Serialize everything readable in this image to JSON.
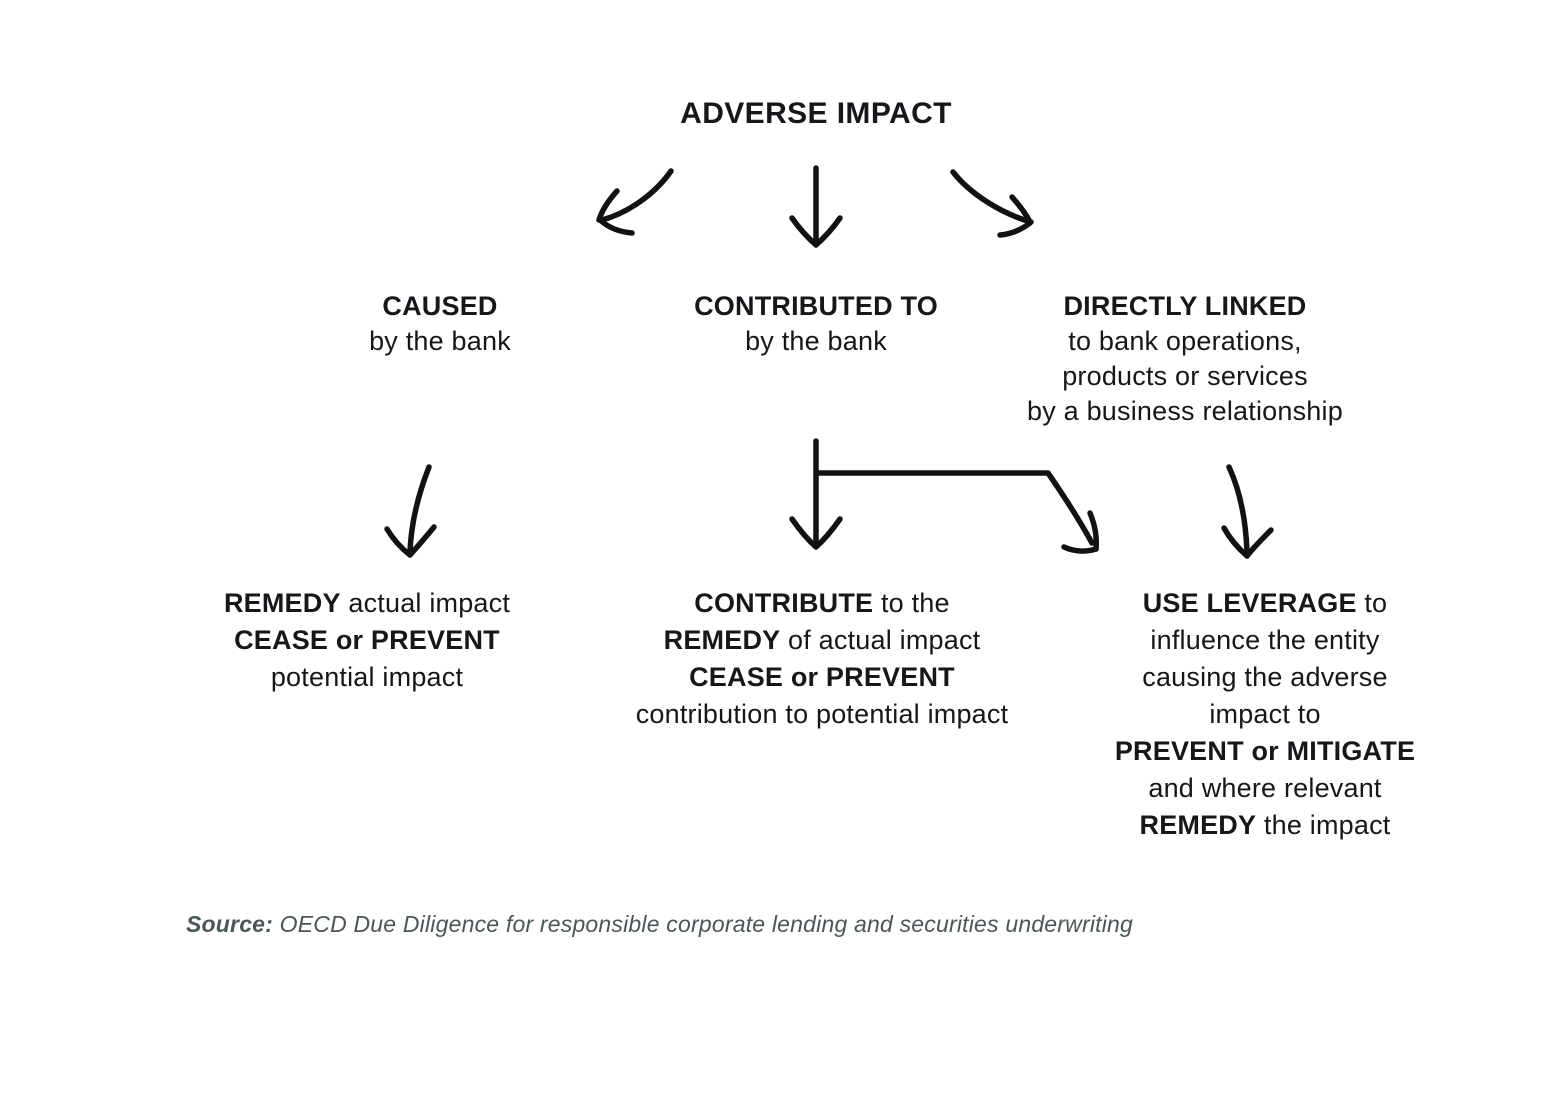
{
  "colors": {
    "text": "#16171a",
    "source_text": "#4c5557",
    "background": "#ffffff",
    "arrow": "#121212"
  },
  "title": "ADVERSE IMPACT",
  "branches": [
    {
      "id": "caused",
      "heading": "CAUSED",
      "sub_lines": [
        "by the bank"
      ],
      "outcome_lines": [
        {
          "segments": [
            {
              "text": "REMEDY",
              "bold": true
            },
            {
              "text": " actual impact",
              "bold": false
            }
          ]
        },
        {
          "segments": [
            {
              "text": "CEASE or PREVENT",
              "bold": true
            }
          ]
        },
        {
          "segments": [
            {
              "text": "potential impact",
              "bold": false
            }
          ]
        }
      ]
    },
    {
      "id": "contributed-to",
      "heading": "CONTRIBUTED TO",
      "sub_lines": [
        "by the bank"
      ],
      "outcome_lines": [
        {
          "segments": [
            {
              "text": "CONTRIBUTE",
              "bold": true
            },
            {
              "text": " to the",
              "bold": false
            }
          ]
        },
        {
          "segments": [
            {
              "text": "REMEDY",
              "bold": true
            },
            {
              "text": " of actual impact",
              "bold": false
            }
          ]
        },
        {
          "segments": [
            {
              "text": "CEASE or PREVENT",
              "bold": true
            }
          ]
        },
        {
          "segments": [
            {
              "text": "contribution to potential impact",
              "bold": false
            }
          ]
        }
      ]
    },
    {
      "id": "directly-linked",
      "heading": "DIRECTLY LINKED",
      "sub_lines": [
        "to bank operations,",
        "products or services",
        "by a business relationship"
      ],
      "outcome_lines": [
        {
          "segments": [
            {
              "text": "USE LEVERAGE",
              "bold": true
            },
            {
              "text": " to",
              "bold": false
            }
          ]
        },
        {
          "segments": [
            {
              "text": "influence the entity",
              "bold": false
            }
          ]
        },
        {
          "segments": [
            {
              "text": "causing the adverse",
              "bold": false
            }
          ]
        },
        {
          "segments": [
            {
              "text": "impact to",
              "bold": false
            }
          ]
        },
        {
          "segments": [
            {
              "text": "PREVENT or MITIGATE",
              "bold": true
            }
          ]
        },
        {
          "segments": [
            {
              "text": "and where relevant",
              "bold": false
            }
          ]
        },
        {
          "segments": [
            {
              "text": "REMEDY",
              "bold": true
            },
            {
              "text": " the impact",
              "bold": false
            }
          ]
        }
      ]
    }
  ],
  "source": {
    "label": "Source:",
    "text": "OECD Due Diligence for responsible corporate lending and securities underwriting"
  }
}
